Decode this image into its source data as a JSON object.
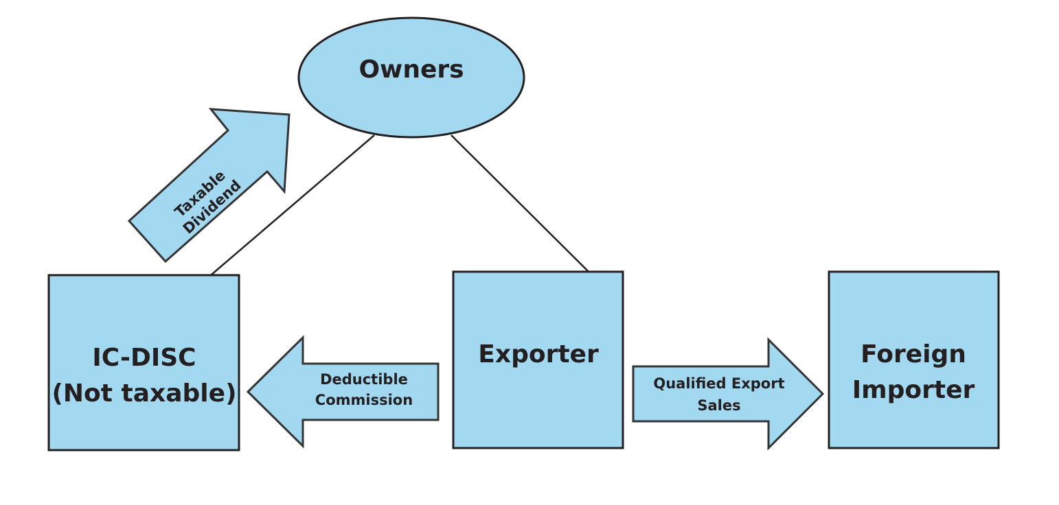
{
  "nodes": {
    "owners": {
      "label": "Owners"
    },
    "icdisc": {
      "line1": "IC-DISC",
      "line2": "(Not taxable)"
    },
    "exporter": {
      "label": "Exporter"
    },
    "importer": {
      "line1": "Foreign",
      "line2": "Importer"
    }
  },
  "arrows": {
    "dividend": {
      "line1": "Taxable",
      "line2": "Dividend"
    },
    "commission": {
      "line1": "Deductible",
      "line2": "Commission"
    },
    "sales": {
      "line1": "Qualified Export",
      "line2": "Sales"
    }
  },
  "colors": {
    "fill": "#a3d8f1",
    "stroke": "#231f20"
  }
}
